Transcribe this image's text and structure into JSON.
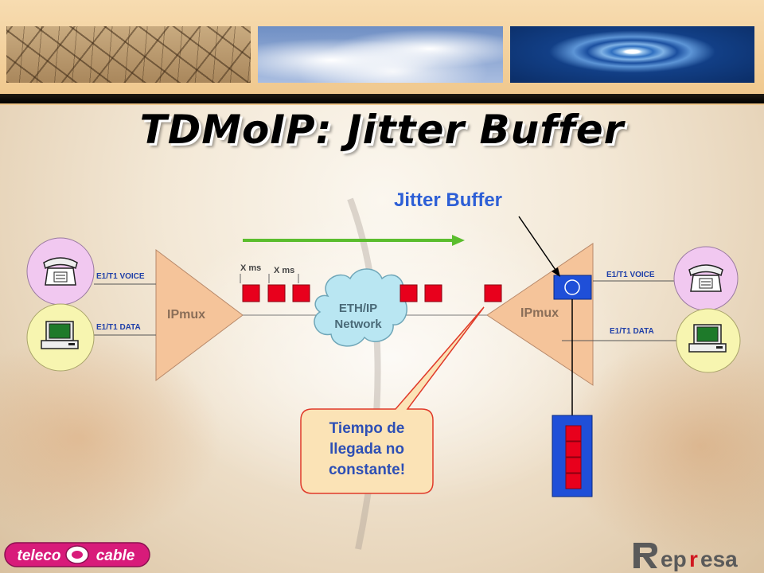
{
  "slide": {
    "title": "TDMoIP: Jitter Buffer",
    "jitter_buffer_label": "Jitter Buffer",
    "left_side": {
      "voice_link_label": "E1/T1 VOICE",
      "data_link_label": "E1/T1 DATA",
      "mux_label": "IPmux"
    },
    "right_side": {
      "voice_link_label": "E1/T1 VOICE",
      "data_link_label": "E1/T1 DATA",
      "mux_label": "IPmux"
    },
    "packet_interval_labels": [
      "X ms",
      "X ms"
    ],
    "network_label_line1": "ETH/IP",
    "network_label_line2": "Network",
    "callout": {
      "line1": "Tiempo de",
      "line2": "llegada no",
      "line3": "constante!"
    },
    "logos": {
      "left": "telecOcable",
      "right": "Represa"
    },
    "colors": {
      "packet": "#e8001c",
      "mux": "#f5c49a",
      "arrow": "#5bbd2d",
      "buffer": "#1f4fd8",
      "callout_fill": "#fbe3b6",
      "callout_stroke": "#e03a2a",
      "cloud": "#b9e6f2",
      "endpoint_voice": "#f1c8f0",
      "endpoint_data": "#f7f5b0"
    },
    "icons": [
      "telephone-icon",
      "computer-icon"
    ]
  }
}
